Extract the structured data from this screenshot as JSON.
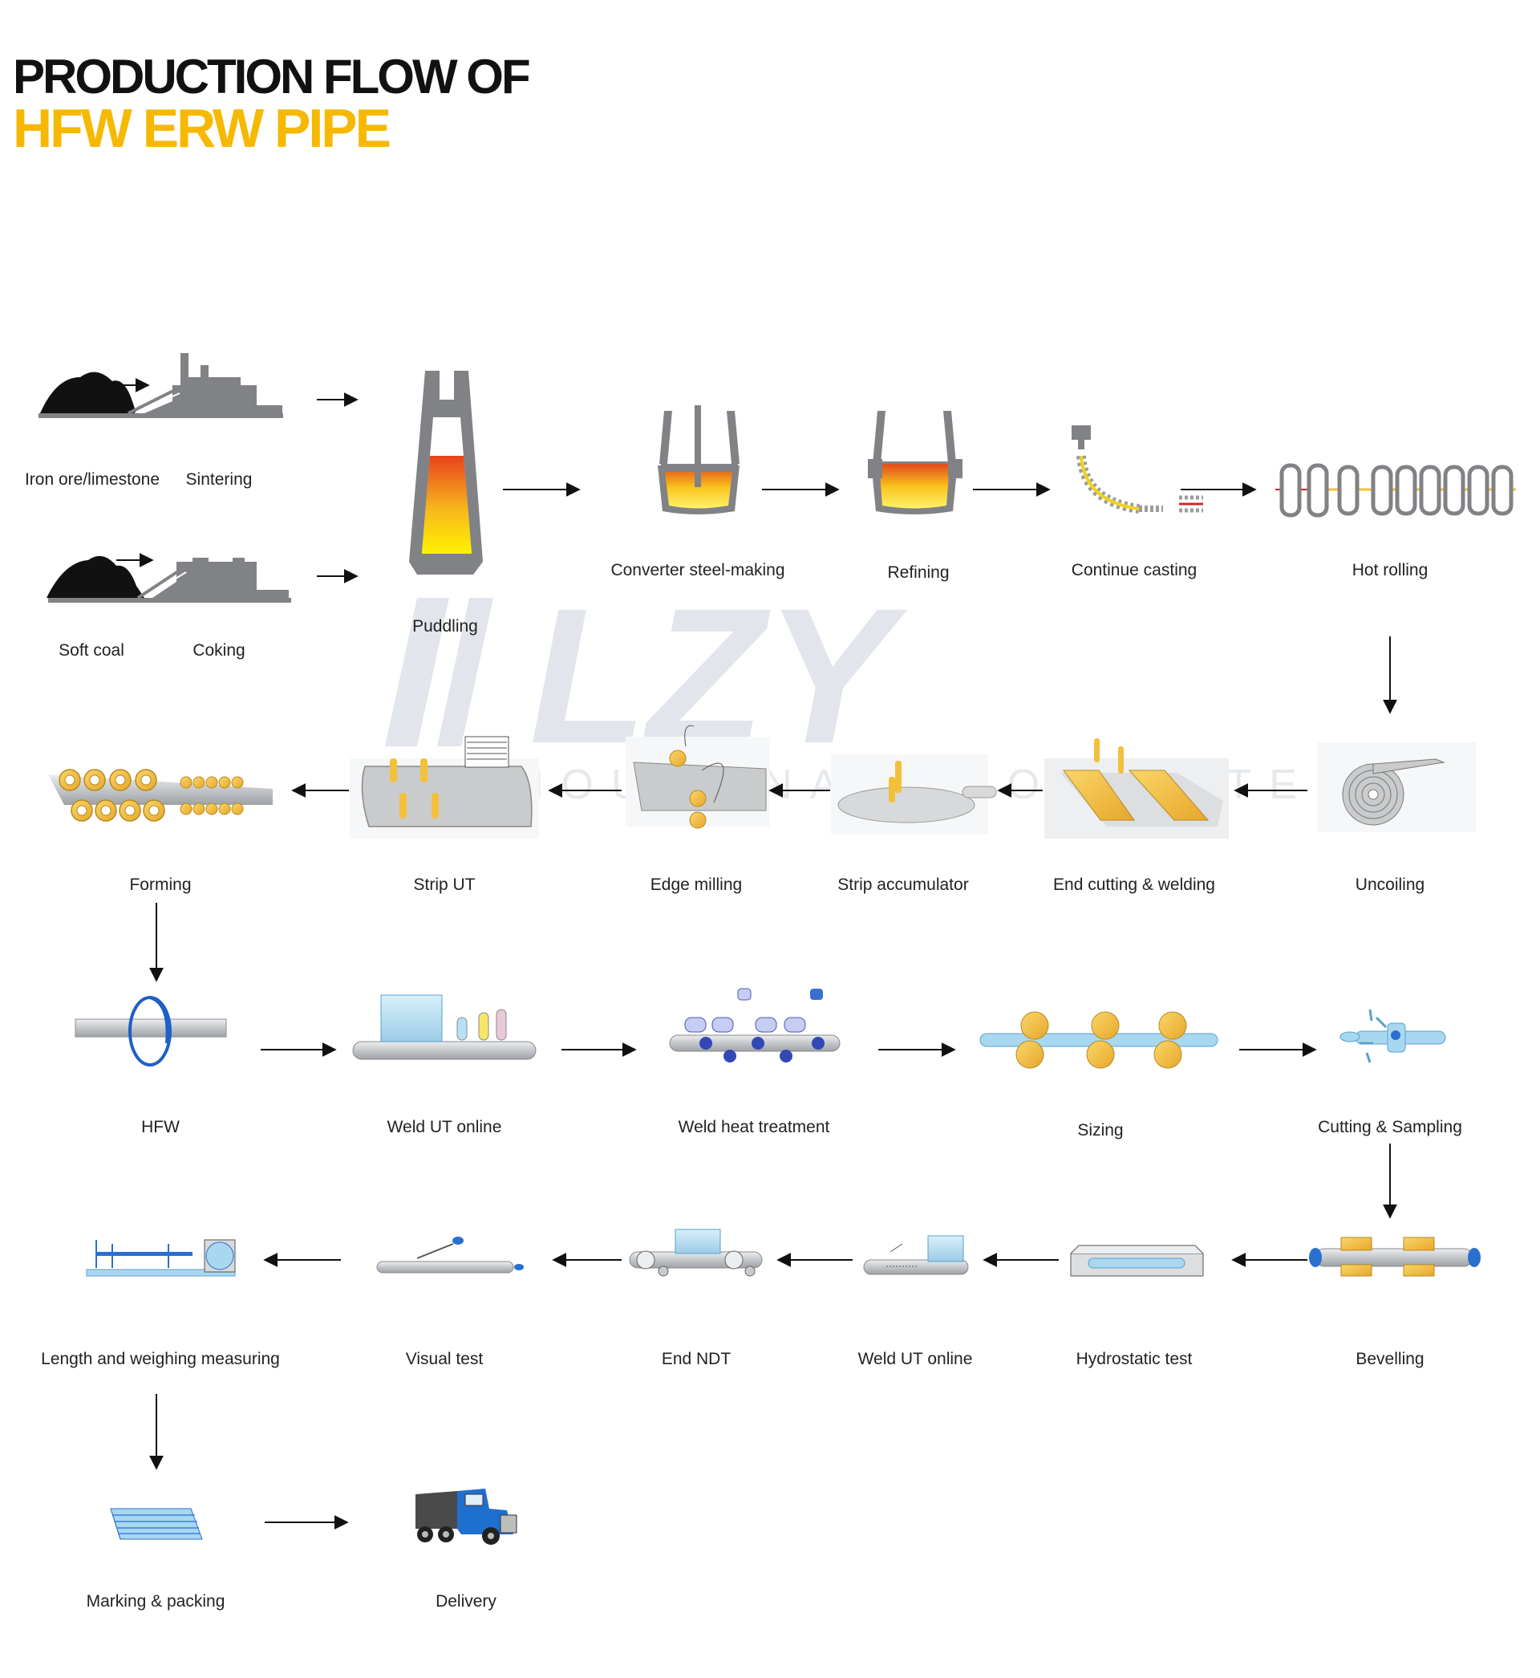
{
  "title": {
    "line1": "PRODUCTION FLOW OF",
    "line2": "HFW ERW PIPE"
  },
  "watermark": {
    "logo": "LZY",
    "text": "SUZHOU YINA ALLOY MATERIAL"
  },
  "steps": {
    "iron_ore": "Iron ore/limestone",
    "sintering": "Sintering",
    "soft_coal": "Soft coal",
    "coking": "Coking",
    "puddling": "Puddling",
    "converter": "Converter steel-making",
    "refining": "Refining",
    "casting": "Continue casting",
    "hot_rolling": "Hot rolling",
    "uncoiling": "Uncoiling",
    "end_cutting": "End cutting & welding",
    "strip_accumulator": "Strip accumulator",
    "edge_milling": "Edge milling",
    "strip_ut": "Strip UT",
    "forming": "Forming",
    "hfw": "HFW",
    "weld_ut_1": "Weld UT online",
    "weld_heat": "Weld heat treatment",
    "sizing": "Sizing",
    "cutting": "Cutting & Sampling",
    "bevelling": "Bevelling",
    "hydrostatic": "Hydrostatic test",
    "weld_ut_2": "Weld UT online",
    "end_ndt": "End NDT",
    "visual": "Visual test",
    "length": "Length and weighing measuring",
    "marking": "Marking & packing",
    "delivery": "Delivery"
  },
  "colors": {
    "title_black": "#111111",
    "title_yellow": "#f6b800",
    "gold": "#f3c03a",
    "steel_gray": "#c9cbcd",
    "dark_gray": "#808285",
    "blue": "#2a6fd0",
    "light_blue": "#a8d8f0",
    "watermark": "#dfe4ea"
  },
  "icons": [
    "ore-pile-icon",
    "factory-icon",
    "blast-furnace-icon",
    "ladle-icon",
    "caster-icon",
    "rolling-mill-icon",
    "coil-icon",
    "roller-icon",
    "ut-probe-icon",
    "induction-coil-icon",
    "pipe-icon",
    "truck-icon"
  ]
}
